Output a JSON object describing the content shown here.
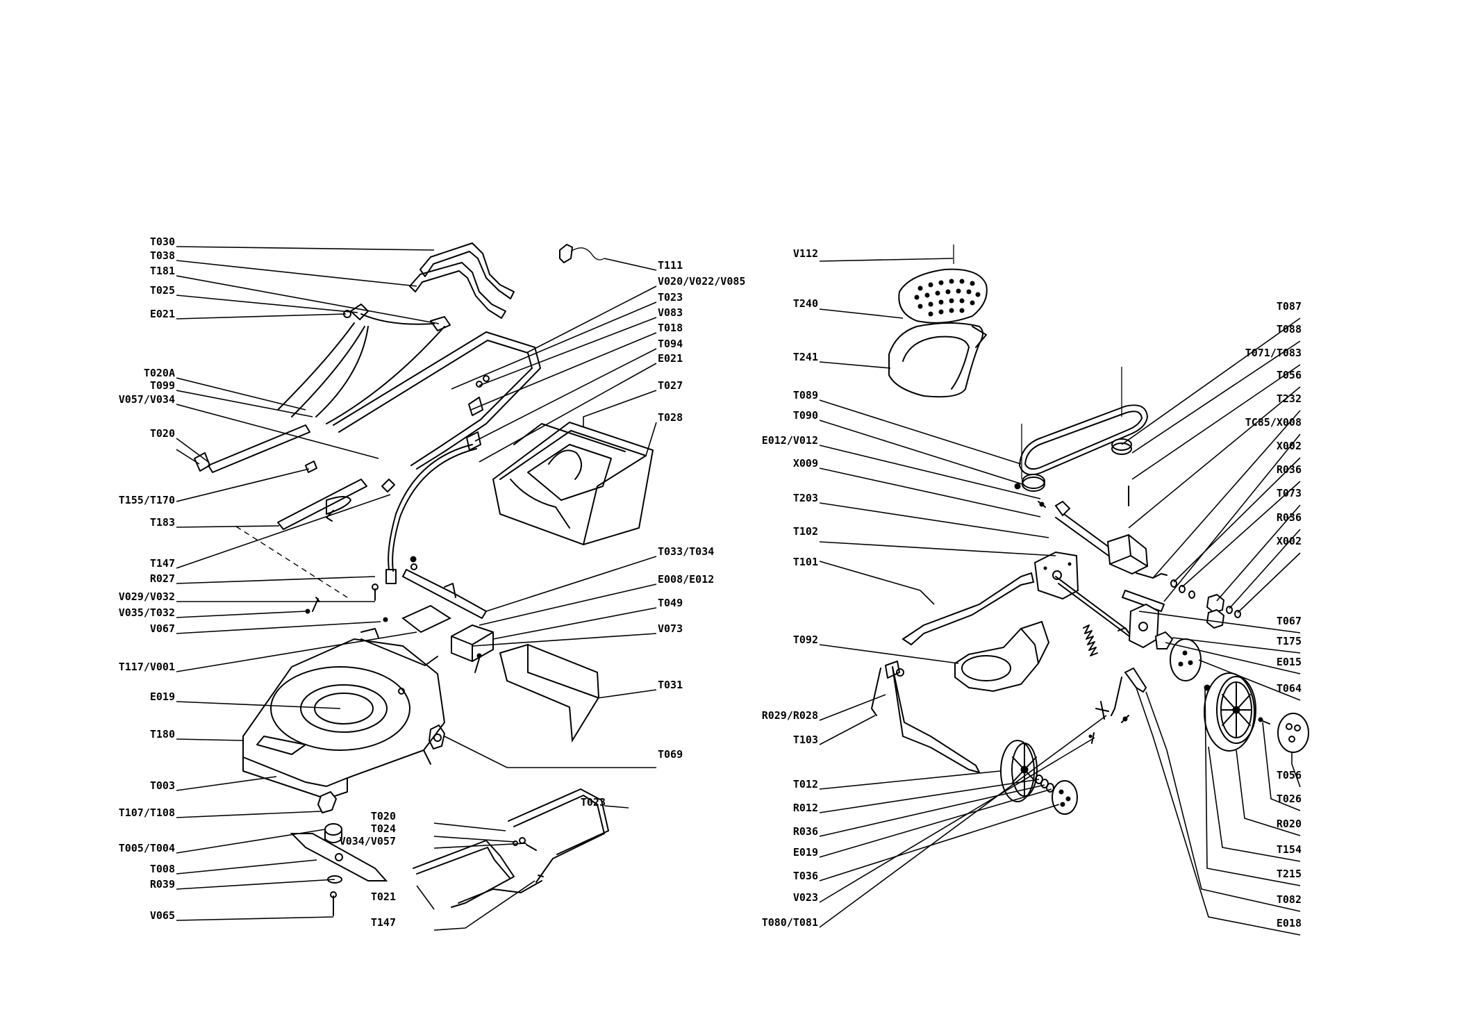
{
  "left_panel": {
    "labels_left": [
      "T030",
      "T038",
      "T181",
      "T025",
      "E021",
      "T020A",
      "T099",
      "V057/V034",
      "T020",
      "T155/T170",
      "T183",
      "T147",
      "R027",
      "V029/V032",
      "V035/T032",
      "V067",
      "T117/V001",
      "E019",
      "T180",
      "T003",
      "T107/T108",
      "T005/T004",
      "T008",
      "R039",
      "V065"
    ],
    "labels_right": [
      "T111",
      "V020/V022/V085",
      "T023",
      "V083",
      "T018",
      "T094",
      "E021",
      "T027",
      "T028",
      "T033/T034",
      "E008/E012",
      "T049",
      "V073",
      "T031",
      "T069"
    ],
    "grassbox_labels": [
      "T020",
      "T024",
      "V034/V057",
      "T021",
      "T147",
      "T023"
    ]
  },
  "right_panel": {
    "labels_left": [
      "V112",
      "T240",
      "T241",
      "T089",
      "T090",
      "E012/V012",
      "X009",
      "T203",
      "T102",
      "T101",
      "T092",
      "R029/R028",
      "T103",
      "T012",
      "R012",
      "R036",
      "E019",
      "T036",
      "V023",
      "T080/T081"
    ],
    "labels_right": [
      "T087",
      "T088",
      "T071/T083",
      "T056",
      "T232",
      "TC85/X008",
      "X002",
      "R036",
      "T073",
      "R036",
      "X002",
      "T067",
      "T175",
      "E015",
      "T064",
      "T056",
      "T026",
      "R020",
      "T154",
      "T215",
      "T082",
      "E018"
    ]
  }
}
